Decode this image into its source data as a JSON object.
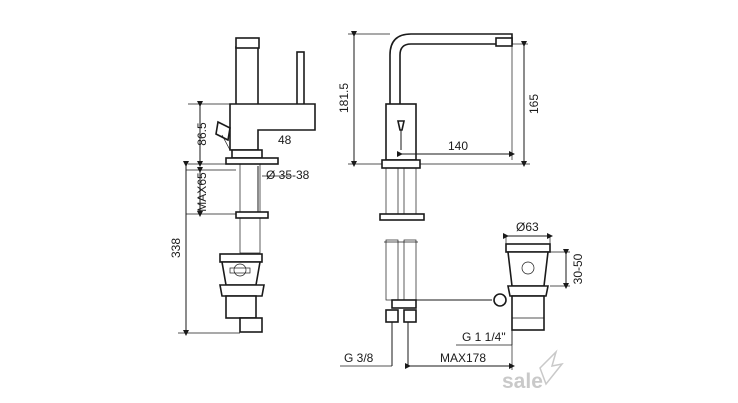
{
  "dimensions": {
    "spout_height": "181.5",
    "outlet_height": "165",
    "reach": "140",
    "body_height": "86.5",
    "lever_offset": "48",
    "hole_diameter": "Ø 35-38",
    "max_deck": "MAX65",
    "total_height": "338",
    "drain_diameter": "Ø63",
    "drain_range": "30-50",
    "drain_thread": "G 1 1/4\"",
    "supply_thread": "G 3/8",
    "max_rod": "MAX178"
  },
  "watermark": {
    "text": "sale"
  },
  "colors": {
    "line": "#1a1a1a",
    "watermark": "#c9c9c9",
    "background": "#ffffff"
  }
}
